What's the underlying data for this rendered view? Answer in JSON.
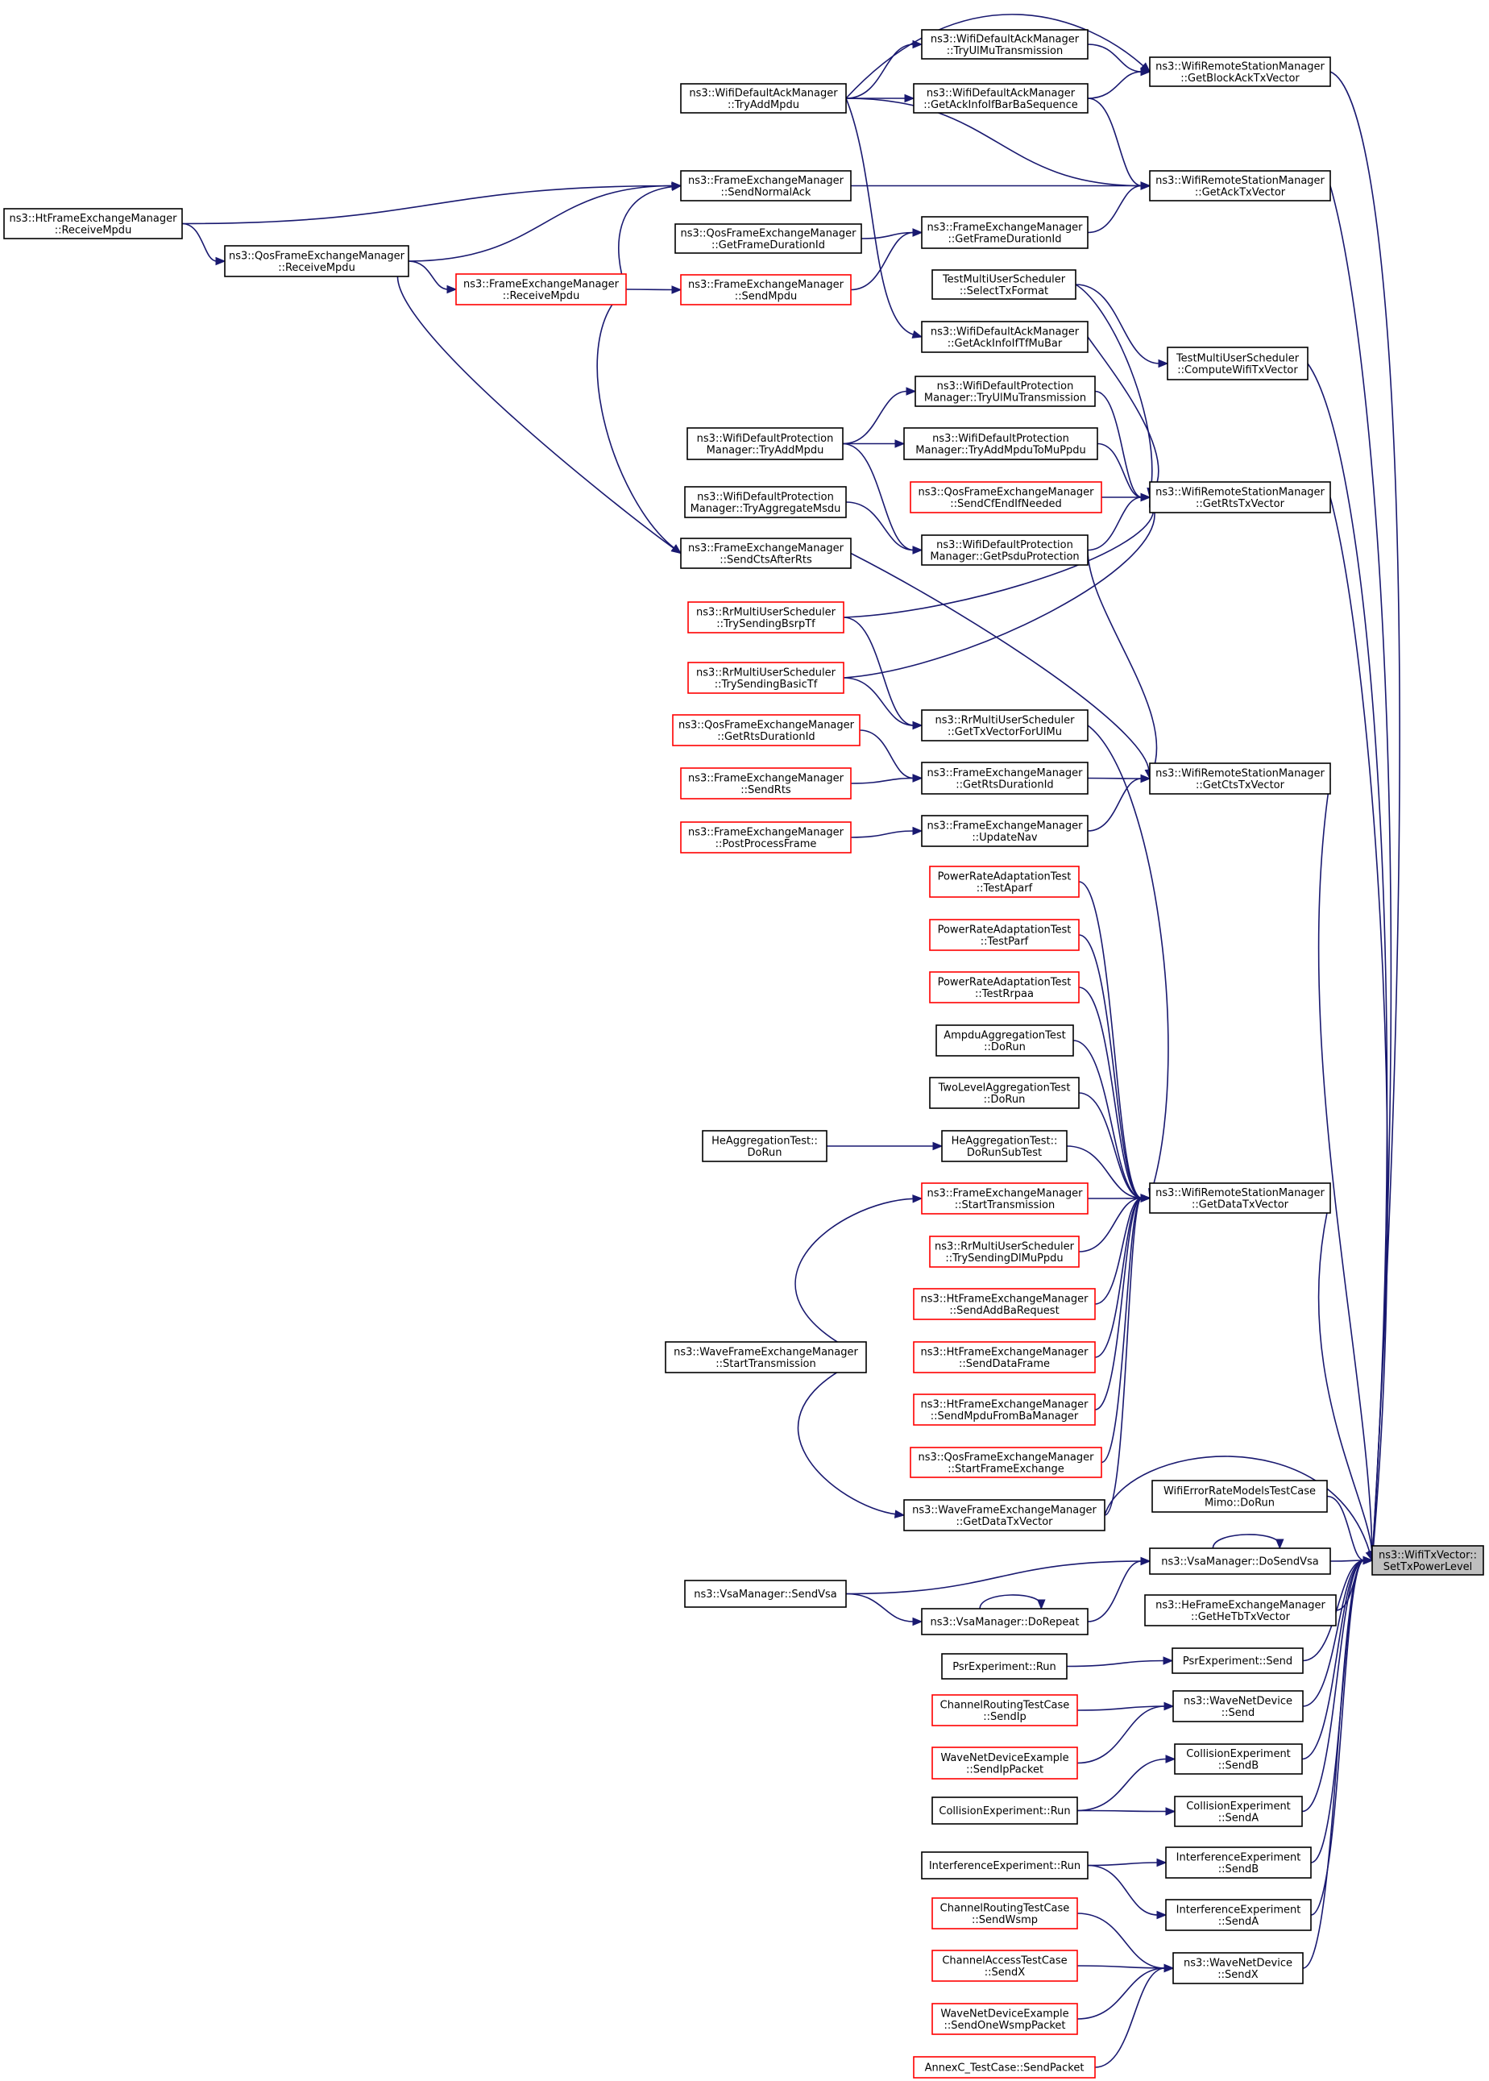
{
  "diagram": {
    "kind": "call graph (caller graph)",
    "edge_color": "#191970",
    "highlight_fill": "#bfbfbf",
    "external_node_border": "#ff0000",
    "nodes": [
      {
        "id": "target",
        "lines": [
          "ns3::WifiTxVector::",
          "SetTxPowerLevel"
        ],
        "style": "focus"
      },
      {
        "id": "blockack",
        "lines": [
          "ns3::WifiRemoteStationManager",
          "::GetBlockAckTxVector"
        ],
        "style": "normal"
      },
      {
        "id": "ulmu",
        "lines": [
          "ns3::WifiDefaultAckManager",
          "::TryUlMuTransmission"
        ],
        "style": "normal"
      },
      {
        "id": "barba",
        "lines": [
          "ns3::WifiDefaultAckManager",
          "::GetAckInfoIfBarBaSequence"
        ],
        "style": "normal"
      },
      {
        "id": "ackaddmpdu",
        "lines": [
          "ns3::WifiDefaultAckManager",
          "::TryAddMpdu"
        ],
        "style": "normal"
      },
      {
        "id": "acktx",
        "lines": [
          "ns3::WifiRemoteStationManager",
          "::GetAckTxVector"
        ],
        "style": "normal"
      },
      {
        "id": "sendnormalack",
        "lines": [
          "ns3::FrameExchangeManager",
          "::SendNormalAck"
        ],
        "style": "normal"
      },
      {
        "id": "htrecv",
        "lines": [
          "ns3::HtFrameExchangeManager",
          "::ReceiveMpdu"
        ],
        "style": "normal"
      },
      {
        "id": "qosrecv",
        "lines": [
          "ns3::QosFrameExchangeManager",
          "::ReceiveMpdu"
        ],
        "style": "normal"
      },
      {
        "id": "qosdur",
        "lines": [
          "ns3::QosFrameExchangeManager",
          "::GetFrameDurationId"
        ],
        "style": "normal"
      },
      {
        "id": "fdur",
        "lines": [
          "ns3::FrameExchangeManager",
          "::GetFrameDurationId"
        ],
        "style": "normal"
      },
      {
        "id": "frecv",
        "lines": [
          "ns3::FrameExchangeManager",
          "::ReceiveMpdu"
        ],
        "style": "red"
      },
      {
        "id": "sendmpdu",
        "lines": [
          "ns3::FrameExchangeManager",
          "::SendMpdu"
        ],
        "style": "red"
      },
      {
        "id": "selecttx",
        "lines": [
          "TestMultiUserScheduler",
          "::SelectTxFormat"
        ],
        "style": "normal"
      },
      {
        "id": "computewifi",
        "lines": [
          "TestMultiUserScheduler",
          "::ComputeWifiTxVector"
        ],
        "style": "normal"
      },
      {
        "id": "tfmubar",
        "lines": [
          "ns3::WifiDefaultAckManager",
          "::GetAckInfoIfTfMuBar"
        ],
        "style": "normal"
      },
      {
        "id": "prot_ulmu",
        "lines": [
          "ns3::WifiDefaultProtection",
          "Manager::TryUlMuTransmission"
        ],
        "style": "normal"
      },
      {
        "id": "prot_addmpdu",
        "lines": [
          "ns3::WifiDefaultProtection",
          "Manager::TryAddMpdu"
        ],
        "style": "normal"
      },
      {
        "id": "prot_tomu",
        "lines": [
          "ns3::WifiDefaultProtection",
          "Manager::TryAddMpduToMuPpdu"
        ],
        "style": "normal"
      },
      {
        "id": "sendcfend",
        "lines": [
          "ns3::QosFrameExchangeManager",
          "::SendCfEndIfNeeded"
        ],
        "style": "red"
      },
      {
        "id": "rtstx",
        "lines": [
          "ns3::WifiRemoteStationManager",
          "::GetRtsTxVector"
        ],
        "style": "normal"
      },
      {
        "id": "prot_aggr",
        "lines": [
          "ns3::WifiDefaultProtection",
          "Manager::TryAggregateMsdu"
        ],
        "style": "normal"
      },
      {
        "id": "psduprot",
        "lines": [
          "ns3::WifiDefaultProtection",
          "Manager::GetPsduProtection"
        ],
        "style": "normal"
      },
      {
        "id": "sendcts",
        "lines": [
          "ns3::FrameExchangeManager",
          "::SendCtsAfterRts"
        ],
        "style": "normal"
      },
      {
        "id": "bsrptf",
        "lines": [
          "ns3::RrMultiUserScheduler",
          "::TrySendingBsrpTf"
        ],
        "style": "red"
      },
      {
        "id": "basictf",
        "lines": [
          "ns3::RrMultiUserScheduler",
          "::TrySendingBasicTf"
        ],
        "style": "red"
      },
      {
        "id": "txulmu",
        "lines": [
          "ns3::RrMultiUserScheduler",
          "::GetTxVectorForUlMu"
        ],
        "style": "normal"
      },
      {
        "id": "qosrtsdur",
        "lines": [
          "ns3::QosFrameExchangeManager",
          "::GetRtsDurationId"
        ],
        "style": "red"
      },
      {
        "id": "frtsdur",
        "lines": [
          "ns3::FrameExchangeManager",
          "::GetRtsDurationId"
        ],
        "style": "normal"
      },
      {
        "id": "ctstx",
        "lines": [
          "ns3::WifiRemoteStationManager",
          "::GetCtsTxVector"
        ],
        "style": "normal"
      },
      {
        "id": "sendrts",
        "lines": [
          "ns3::FrameExchangeManager",
          "::SendRts"
        ],
        "style": "red"
      },
      {
        "id": "postproc",
        "lines": [
          "ns3::FrameExchangeManager",
          "::PostProcessFrame"
        ],
        "style": "red"
      },
      {
        "id": "updatenav",
        "lines": [
          "ns3::FrameExchangeManager",
          "::UpdateNav"
        ],
        "style": "normal"
      },
      {
        "id": "aparf",
        "lines": [
          "PowerRateAdaptationTest",
          "::TestAparf"
        ],
        "style": "red"
      },
      {
        "id": "parf",
        "lines": [
          "PowerRateAdaptationTest",
          "::TestParf"
        ],
        "style": "red"
      },
      {
        "id": "rrpaa",
        "lines": [
          "PowerRateAdaptationTest",
          "::TestRrpaa"
        ],
        "style": "red"
      },
      {
        "id": "ampdu",
        "lines": [
          "AmpduAggregationTest",
          "::DoRun"
        ],
        "style": "normal"
      },
      {
        "id": "twolevel",
        "lines": [
          "TwoLevelAggregationTest",
          "::DoRun"
        ],
        "style": "normal"
      },
      {
        "id": "heaggr",
        "lines": [
          "HeAggregationTest::",
          "DoRun"
        ],
        "style": "normal"
      },
      {
        "id": "hesub",
        "lines": [
          "HeAggregationTest::",
          "DoRunSubTest"
        ],
        "style": "normal"
      },
      {
        "id": "datatx",
        "lines": [
          "ns3::WifiRemoteStationManager",
          "::GetDataTxVector"
        ],
        "style": "normal"
      },
      {
        "id": "fstart",
        "lines": [
          "ns3::FrameExchangeManager",
          "::StartTransmission"
        ],
        "style": "red"
      },
      {
        "id": "dlmu",
        "lines": [
          "ns3::RrMultiUserScheduler",
          "::TrySendingDlMuPpdu"
        ],
        "style": "red"
      },
      {
        "id": "addba",
        "lines": [
          "ns3::HtFrameExchangeManager",
          "::SendAddBaRequest"
        ],
        "style": "red"
      },
      {
        "id": "htdata",
        "lines": [
          "ns3::HtFrameExchangeManager",
          "::SendDataFrame"
        ],
        "style": "red"
      },
      {
        "id": "htbamgr",
        "lines": [
          "ns3::HtFrameExchangeManager",
          "::SendMpduFromBaManager"
        ],
        "style": "red"
      },
      {
        "id": "wavestart",
        "lines": [
          "ns3::WaveFrameExchangeManager",
          "::StartTransmission"
        ],
        "style": "normal"
      },
      {
        "id": "qosfex",
        "lines": [
          "ns3::QosFrameExchangeManager",
          "::StartFrameExchange"
        ],
        "style": "red"
      },
      {
        "id": "wavedata",
        "lines": [
          "ns3::WaveFrameExchangeManager",
          "::GetDataTxVector"
        ],
        "style": "normal"
      },
      {
        "id": "mimo",
        "lines": [
          "WifiErrorRateModelsTestCase",
          "Mimo::DoRun"
        ],
        "style": "normal"
      },
      {
        "id": "dosendvsa",
        "lines": [
          "ns3::VsaManager::DoSendVsa"
        ],
        "style": "normal"
      },
      {
        "id": "sendvsa",
        "lines": [
          "ns3::VsaManager::SendVsa"
        ],
        "style": "normal"
      },
      {
        "id": "dorepeat",
        "lines": [
          "ns3::VsaManager::DoRepeat"
        ],
        "style": "normal"
      },
      {
        "id": "hetb",
        "lines": [
          "ns3::HeFrameExchangeManager",
          "::GetHeTbTxVector"
        ],
        "style": "normal"
      },
      {
        "id": "psrrun",
        "lines": [
          "PsrExperiment::Run"
        ],
        "style": "normal"
      },
      {
        "id": "psrsend",
        "lines": [
          "PsrExperiment::Send"
        ],
        "style": "normal"
      },
      {
        "id": "chsendip",
        "lines": [
          "ChannelRoutingTestCase",
          "::SendIp"
        ],
        "style": "red"
      },
      {
        "id": "wavesend",
        "lines": [
          "ns3::WaveNetDevice",
          "::Send"
        ],
        "style": "normal"
      },
      {
        "id": "wavesendip",
        "lines": [
          "WaveNetDeviceExample",
          "::SendIpPacket"
        ],
        "style": "red"
      },
      {
        "id": "collb",
        "lines": [
          "CollisionExperiment",
          "::SendB"
        ],
        "style": "normal"
      },
      {
        "id": "collrun",
        "lines": [
          "CollisionExperiment::Run"
        ],
        "style": "normal"
      },
      {
        "id": "colla",
        "lines": [
          "CollisionExperiment",
          "::SendA"
        ],
        "style": "normal"
      },
      {
        "id": "intrun",
        "lines": [
          "InterferenceExperiment::Run"
        ],
        "style": "normal"
      },
      {
        "id": "intb",
        "lines": [
          "InterferenceExperiment",
          "::SendB"
        ],
        "style": "normal"
      },
      {
        "id": "inta",
        "lines": [
          "InterferenceExperiment",
          "::SendA"
        ],
        "style": "normal"
      },
      {
        "id": "chwsmp",
        "lines": [
          "ChannelRoutingTestCase",
          "::SendWsmp"
        ],
        "style": "red"
      },
      {
        "id": "chaccx",
        "lines": [
          "ChannelAccessTestCase",
          "::SendX"
        ],
        "style": "red"
      },
      {
        "id": "wavesendx",
        "lines": [
          "ns3::WaveNetDevice",
          "::SendX"
        ],
        "style": "normal"
      },
      {
        "id": "wsmppkt",
        "lines": [
          "WaveNetDeviceExample",
          "::SendOneWsmpPacket"
        ],
        "style": "red"
      },
      {
        "id": "annexc",
        "lines": [
          "AnnexC_TestCase::SendPacket"
        ],
        "style": "red"
      }
    ],
    "edges": [
      {
        "from": "blockack",
        "to": "target"
      },
      {
        "from": "acktx",
        "to": "target"
      },
      {
        "from": "computewifi",
        "to": "target"
      },
      {
        "from": "rtstx",
        "to": "target"
      },
      {
        "from": "ctstx",
        "to": "target"
      },
      {
        "from": "datatx",
        "to": "target"
      },
      {
        "from": "wavedata",
        "to": "target"
      },
      {
        "from": "mimo",
        "to": "target"
      },
      {
        "from": "dosendvsa",
        "to": "target"
      },
      {
        "from": "hetb",
        "to": "target"
      },
      {
        "from": "psrsend",
        "to": "target"
      },
      {
        "from": "wavesend",
        "to": "target"
      },
      {
        "from": "collb",
        "to": "target"
      },
      {
        "from": "colla",
        "to": "target"
      },
      {
        "from": "intb",
        "to": "target"
      },
      {
        "from": "inta",
        "to": "target"
      },
      {
        "from": "wavesendx",
        "to": "target"
      },
      {
        "from": "ulmu",
        "to": "blockack"
      },
      {
        "from": "barba",
        "to": "blockack"
      },
      {
        "from": "ackaddmpdu",
        "to": "blockack"
      },
      {
        "from": "ackaddmpdu",
        "to": "ulmu"
      },
      {
        "from": "ackaddmpdu",
        "to": "barba"
      },
      {
        "from": "ackaddmpdu",
        "to": "acktx"
      },
      {
        "from": "ackaddmpdu",
        "to": "tfmubar"
      },
      {
        "from": "barba",
        "to": "acktx"
      },
      {
        "from": "sendnormalack",
        "to": "acktx"
      },
      {
        "from": "fdur",
        "to": "acktx"
      },
      {
        "from": "qosrecv",
        "to": "sendnormalack"
      },
      {
        "from": "htrecv",
        "to": "sendnormalack"
      },
      {
        "from": "frecv",
        "to": "sendnormalack"
      },
      {
        "from": "htrecv",
        "to": "qosrecv"
      },
      {
        "from": "qosrecv",
        "to": "frecv"
      },
      {
        "from": "qosrecv",
        "to": "sendcts"
      },
      {
        "from": "frecv",
        "to": "sendmpdu"
      },
      {
        "from": "frecv",
        "to": "sendcts"
      },
      {
        "from": "qosdur",
        "to": "fdur"
      },
      {
        "from": "sendmpdu",
        "to": "fdur"
      },
      {
        "from": "selecttx",
        "to": "computewifi"
      },
      {
        "from": "selecttx",
        "to": "rtstx"
      },
      {
        "from": "tfmubar",
        "to": "rtstx"
      },
      {
        "from": "prot_ulmu",
        "to": "rtstx"
      },
      {
        "from": "prot_tomu",
        "to": "rtstx"
      },
      {
        "from": "sendcfend",
        "to": "rtstx"
      },
      {
        "from": "psduprot",
        "to": "rtstx"
      },
      {
        "from": "bsrptf",
        "to": "rtstx"
      },
      {
        "from": "basictf",
        "to": "rtstx"
      },
      {
        "from": "prot_addmpdu",
        "to": "prot_ulmu"
      },
      {
        "from": "prot_addmpdu",
        "to": "prot_tomu"
      },
      {
        "from": "prot_addmpdu",
        "to": "psduprot"
      },
      {
        "from": "prot_aggr",
        "to": "psduprot"
      },
      {
        "from": "sendcts",
        "to": "ctstx"
      },
      {
        "from": "bsrptf",
        "to": "txulmu"
      },
      {
        "from": "basictf",
        "to": "txulmu"
      },
      {
        "from": "psduprot",
        "to": "ctstx"
      },
      {
        "from": "frtsdur",
        "to": "ctstx"
      },
      {
        "from": "updatenav",
        "to": "ctstx"
      },
      {
        "from": "qosrtsdur",
        "to": "frtsdur"
      },
      {
        "from": "sendrts",
        "to": "frtsdur"
      },
      {
        "from": "postproc",
        "to": "updatenav"
      },
      {
        "from": "txulmu",
        "to": "datatx"
      },
      {
        "from": "aparf",
        "to": "datatx"
      },
      {
        "from": "parf",
        "to": "datatx"
      },
      {
        "from": "rrpaa",
        "to": "datatx"
      },
      {
        "from": "ampdu",
        "to": "datatx"
      },
      {
        "from": "twolevel",
        "to": "datatx"
      },
      {
        "from": "hesub",
        "to": "datatx"
      },
      {
        "from": "fstart",
        "to": "datatx"
      },
      {
        "from": "dlmu",
        "to": "datatx"
      },
      {
        "from": "addba",
        "to": "datatx"
      },
      {
        "from": "htdata",
        "to": "datatx"
      },
      {
        "from": "htbamgr",
        "to": "datatx"
      },
      {
        "from": "qosfex",
        "to": "datatx"
      },
      {
        "from": "wavedata",
        "to": "datatx"
      },
      {
        "from": "heaggr",
        "to": "hesub"
      },
      {
        "from": "wavestart",
        "to": "fstart"
      },
      {
        "from": "wavestart",
        "to": "wavedata"
      },
      {
        "from": "sendvsa",
        "to": "dosendvsa"
      },
      {
        "from": "dorepeat",
        "to": "dosendvsa"
      },
      {
        "from": "dosendvsa",
        "to": "dosendvsa"
      },
      {
        "from": "sendvsa",
        "to": "dorepeat"
      },
      {
        "from": "dorepeat",
        "to": "dorepeat"
      },
      {
        "from": "psrrun",
        "to": "psrsend"
      },
      {
        "from": "chsendip",
        "to": "wavesend"
      },
      {
        "from": "wavesendip",
        "to": "wavesend"
      },
      {
        "from": "collrun",
        "to": "collb"
      },
      {
        "from": "collrun",
        "to": "colla"
      },
      {
        "from": "intrun",
        "to": "intb"
      },
      {
        "from": "intrun",
        "to": "inta"
      },
      {
        "from": "chwsmp",
        "to": "wavesendx"
      },
      {
        "from": "chaccx",
        "to": "wavesendx"
      },
      {
        "from": "wsmppkt",
        "to": "wavesendx"
      },
      {
        "from": "annexc",
        "to": "wavesendx"
      }
    ]
  }
}
